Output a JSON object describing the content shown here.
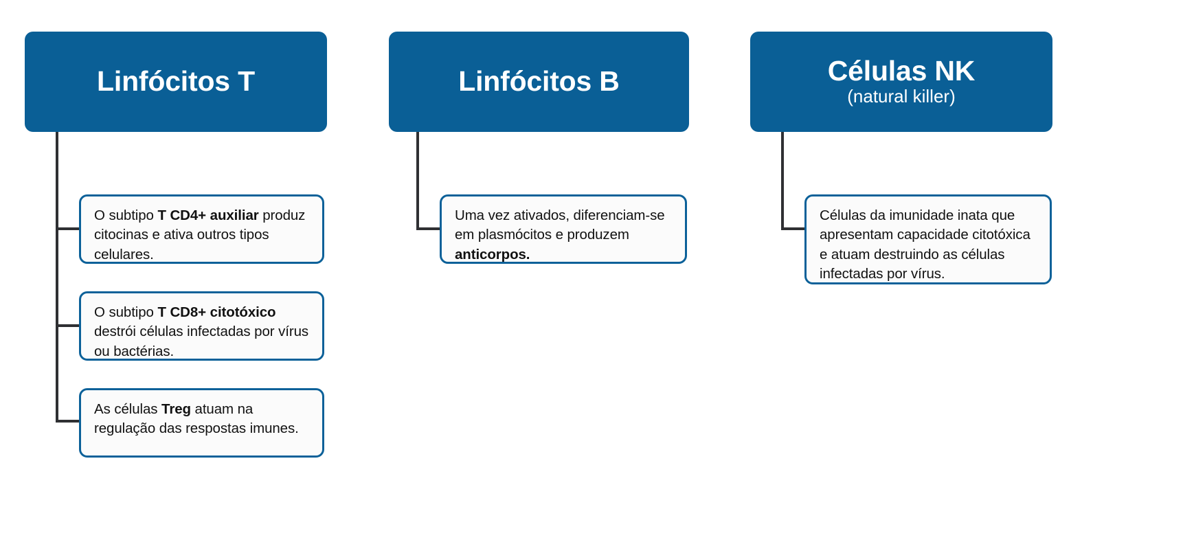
{
  "colors": {
    "header_blue": "#0a5f96",
    "box_border_blue": "#0c6199",
    "connector_gray": "#2f3033",
    "box_background": "#fbfbfb",
    "page_background": "#ffffff",
    "header_text": "#ffffff",
    "body_text": "#111111"
  },
  "columns": [
    {
      "id": "linfocitos-t",
      "header": {
        "title": "Linfócitos T",
        "subtitle": ""
      },
      "boxes": [
        {
          "id": "t-cd4",
          "segments": [
            {
              "text": "O subtipo ",
              "bold": false
            },
            {
              "text": "T CD4+ auxiliar",
              "bold": true
            },
            {
              "text": " produz citocinas e ativa outros tipos celulares.",
              "bold": false
            }
          ],
          "plain": "O subtipo T CD4+ auxiliar produz citocinas e ativa outros tipos celulares."
        },
        {
          "id": "t-cd8",
          "segments": [
            {
              "text": "O subtipo ",
              "bold": false
            },
            {
              "text": "T CD8+ citotóxico",
              "bold": true
            },
            {
              "text": " destrói células infectadas por vírus ou bactérias.",
              "bold": false
            }
          ],
          "plain": "O subtipo T CD8+ citotóxico destrói células infectadas por vírus ou bactérias."
        },
        {
          "id": "treg",
          "segments": [
            {
              "text": "As células ",
              "bold": false
            },
            {
              "text": "Treg",
              "bold": true
            },
            {
              "text": " atuam na regulação das respostas imunes.",
              "bold": false
            }
          ],
          "plain": "As células Treg atuam na regulação das respostas imunes."
        }
      ]
    },
    {
      "id": "linfocitos-b",
      "header": {
        "title": "Linfócitos B",
        "subtitle": ""
      },
      "boxes": [
        {
          "id": "plasmocitos",
          "segments": [
            {
              "text": "Uma vez ativados, diferenciam-se em plasmócitos e produzem ",
              "bold": false
            },
            {
              "text": "anticorpos.",
              "bold": true
            }
          ],
          "plain": "Uma vez ativados, diferenciam-se em plasmócitos e produzem anticorpos."
        }
      ]
    },
    {
      "id": "celulas-nk",
      "header": {
        "title": "Células NK",
        "subtitle": "(natural killer)"
      },
      "boxes": [
        {
          "id": "nk-imunidade-inata",
          "segments": [
            {
              "text": "Células da imunidade inata que apresentam capacidade citotóxica e atuam destruindo as células infectadas por vírus.",
              "bold": false
            }
          ],
          "plain": "Células da imunidade inata que apresentam capacidade citotóxica e atuam destruindo as células infectadas por vírus."
        }
      ]
    }
  ]
}
